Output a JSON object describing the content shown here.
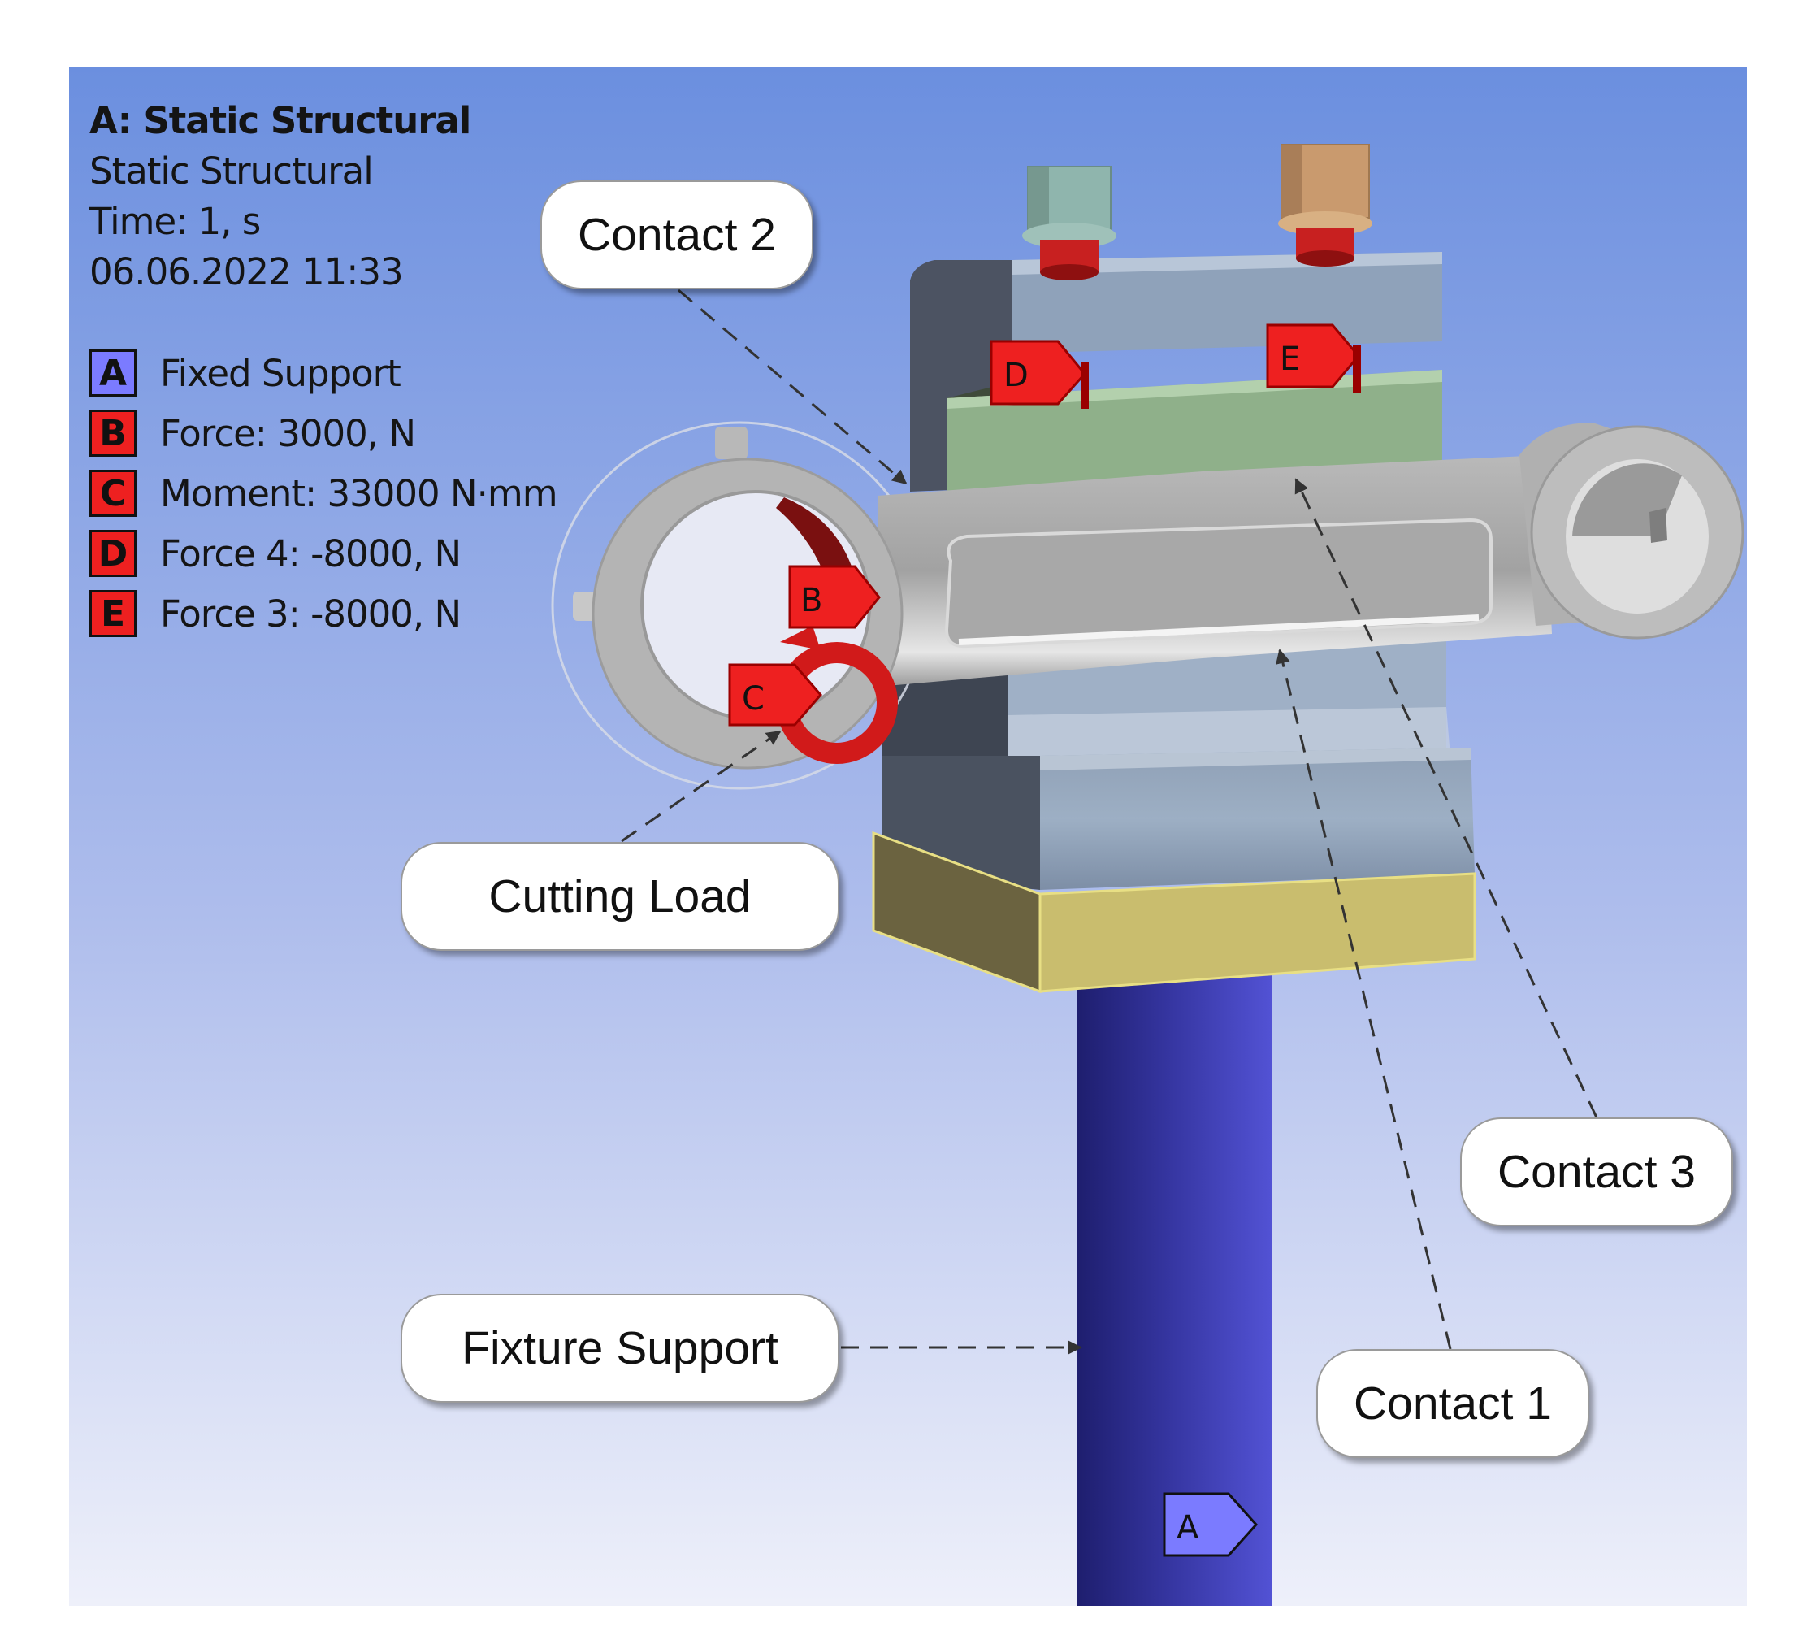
{
  "info": {
    "title": "A: Static Structural",
    "analysis": "Static Structural",
    "time": "Time: 1, s",
    "datetime": "06.06.2022 11:33"
  },
  "legend": [
    {
      "key": "A",
      "label": "Fixed Support",
      "color": "#7b7bff"
    },
    {
      "key": "B",
      "label": "Force: 3000, N",
      "color": "#ee2020"
    },
    {
      "key": "C",
      "label": "Moment: 33000 N·mm",
      "color": "#ee2020"
    },
    {
      "key": "D",
      "label": "Force 4: -8000, N",
      "color": "#ee2020"
    },
    {
      "key": "E",
      "label": "Force 3: -8000, N",
      "color": "#ee2020"
    }
  ],
  "callouts": {
    "contact_2": "Contact 2",
    "cutting_load": "Cutting Load",
    "contact_3": "Contact 3",
    "fixture_support": "Fixture Support",
    "contact_1": "Contact 1"
  },
  "colors": {
    "viewport_top": "#6b8fdf",
    "viewport_bottom": "#eef0fa",
    "load_red": "#ee2020",
    "support_blue": "#7b7bff",
    "contact_green": "#8fb08a",
    "base_yellow": "#c9bd6e",
    "column_blue": "#3c3cb4"
  }
}
